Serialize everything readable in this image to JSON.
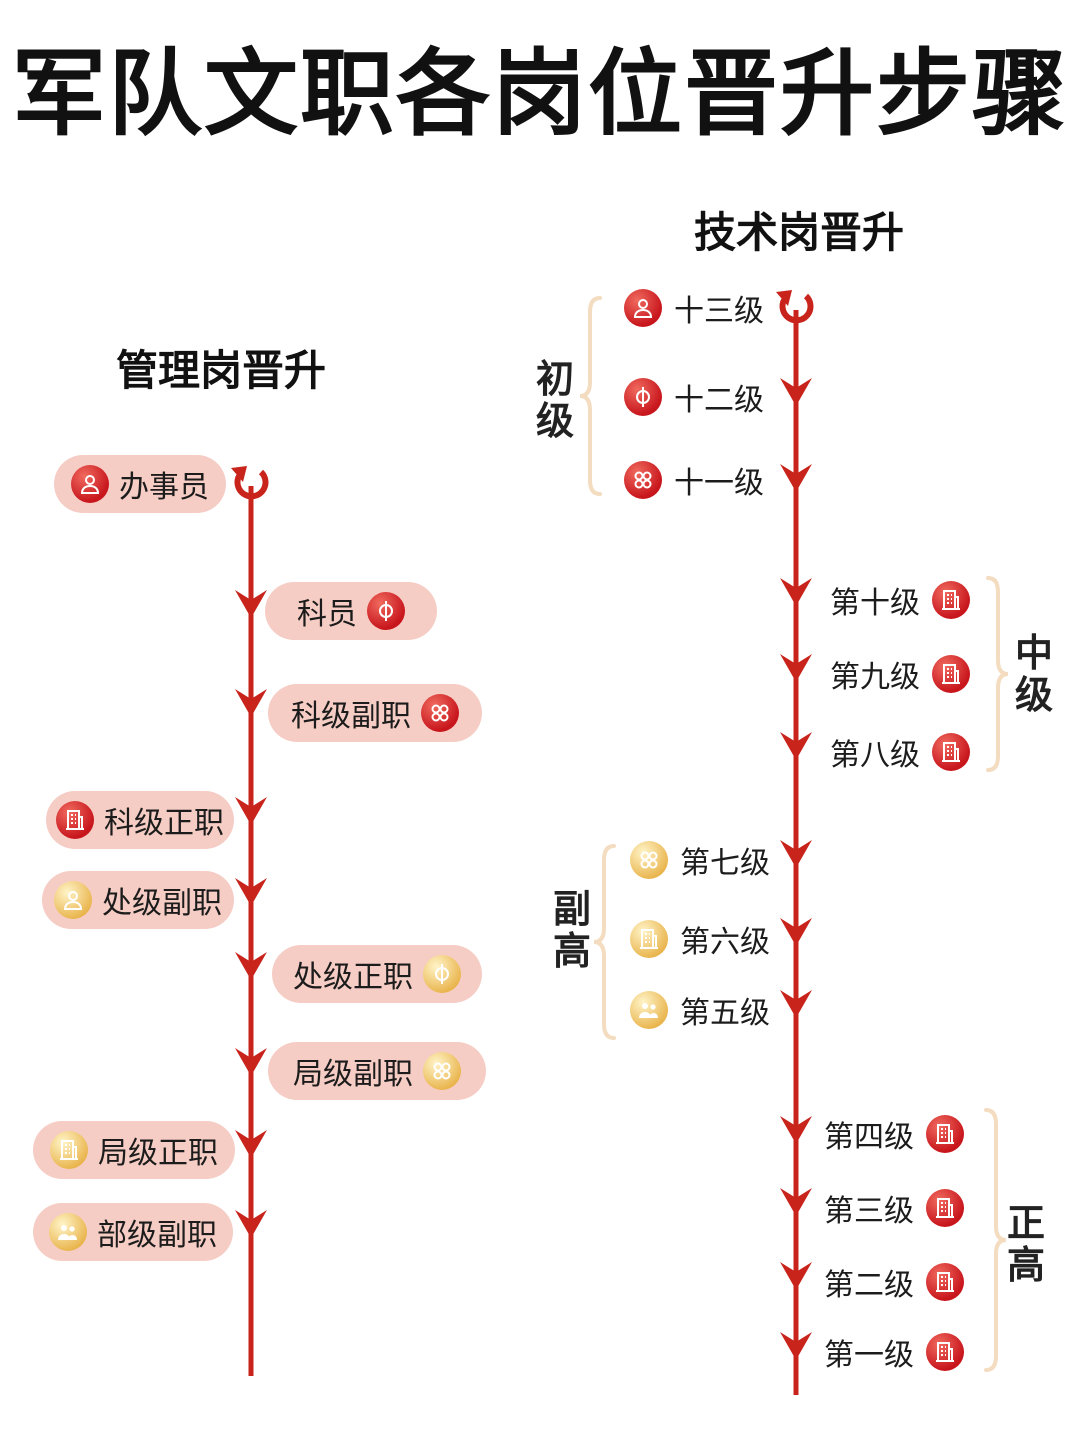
{
  "title": "军队文职各岗位晋升步骤",
  "colors": {
    "accent": "#c8241c",
    "pill": "#f6cdc5",
    "icon_red": "#c8161d",
    "icon_gold": "#e9b44c",
    "brace": "#f3dcc0"
  },
  "management": {
    "title": "管理岗晋升",
    "items": [
      {
        "label": "办事员",
        "icon": "person-icon",
        "tone": "red"
      },
      {
        "label": "科员",
        "icon": "circle-line-icon",
        "tone": "red"
      },
      {
        "label": "科级副职",
        "icon": "clover-icon",
        "tone": "red"
      },
      {
        "label": "科级正职",
        "icon": "building-icon",
        "tone": "red"
      },
      {
        "label": "处级副职",
        "icon": "person-icon",
        "tone": "gold"
      },
      {
        "label": "处级正职",
        "icon": "circle-line-icon",
        "tone": "gold"
      },
      {
        "label": "局级副职",
        "icon": "clover-icon",
        "tone": "gold"
      },
      {
        "label": "局级正职",
        "icon": "building-icon",
        "tone": "gold"
      },
      {
        "label": "部级副职",
        "icon": "group-icon",
        "tone": "gold"
      }
    ]
  },
  "technical": {
    "title": "技术岗晋升",
    "groups": [
      {
        "label": "初级",
        "items": [
          {
            "label": "十三级",
            "icon": "person-icon",
            "tone": "red"
          },
          {
            "label": "十二级",
            "icon": "circle-line-icon",
            "tone": "red"
          },
          {
            "label": "十一级",
            "icon": "clover-icon",
            "tone": "red"
          }
        ]
      },
      {
        "label": "中级",
        "items": [
          {
            "label": "第十级",
            "icon": "building-icon",
            "tone": "red"
          },
          {
            "label": "第九级",
            "icon": "building-icon",
            "tone": "red"
          },
          {
            "label": "第八级",
            "icon": "building-icon",
            "tone": "red"
          }
        ]
      },
      {
        "label": "副高",
        "items": [
          {
            "label": "第七级",
            "icon": "clover-icon",
            "tone": "gold"
          },
          {
            "label": "第六级",
            "icon": "building-icon",
            "tone": "gold"
          },
          {
            "label": "第五级",
            "icon": "group-icon",
            "tone": "gold"
          }
        ]
      },
      {
        "label": "正高",
        "items": [
          {
            "label": "第四级",
            "icon": "building-icon",
            "tone": "red"
          },
          {
            "label": "第三级",
            "icon": "building-icon",
            "tone": "red"
          },
          {
            "label": "第二级",
            "icon": "building-icon",
            "tone": "red"
          },
          {
            "label": "第一级",
            "icon": "building-icon",
            "tone": "red"
          }
        ]
      }
    ]
  }
}
